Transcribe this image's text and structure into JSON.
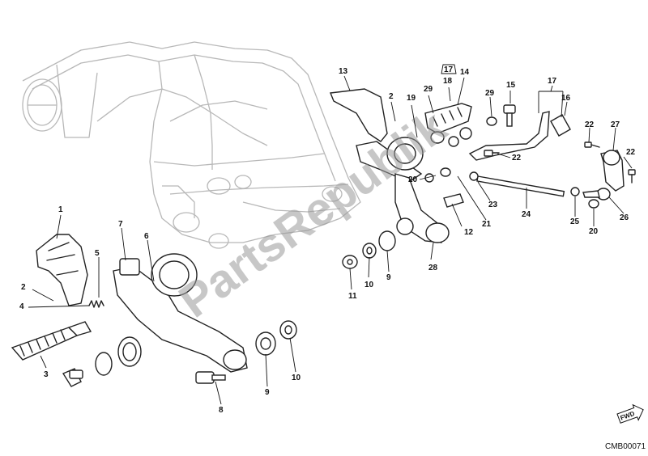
{
  "diagram": {
    "watermark": "PartsRepublik",
    "drawing_code": "CMB00071",
    "forward_label": "FWD",
    "callouts": [
      {
        "id": "c1",
        "label": "1"
      },
      {
        "id": "c2a",
        "label": "2"
      },
      {
        "id": "c3",
        "label": "3"
      },
      {
        "id": "c4",
        "label": "4"
      },
      {
        "id": "c5",
        "label": "5"
      },
      {
        "id": "c6",
        "label": "6"
      },
      {
        "id": "c7",
        "label": "7"
      },
      {
        "id": "c8",
        "label": "8"
      },
      {
        "id": "c9a",
        "label": "9"
      },
      {
        "id": "c10a",
        "label": "10"
      },
      {
        "id": "c9b",
        "label": "9"
      },
      {
        "id": "c10b",
        "label": "10"
      },
      {
        "id": "c11",
        "label": "11"
      },
      {
        "id": "c12",
        "label": "12"
      },
      {
        "id": "c13",
        "label": "13"
      },
      {
        "id": "c2b",
        "label": "2"
      },
      {
        "id": "c19",
        "label": "19"
      },
      {
        "id": "c29a",
        "label": "29"
      },
      {
        "id": "c17a",
        "label": "17"
      },
      {
        "id": "c18",
        "label": "18"
      },
      {
        "id": "c14",
        "label": "14"
      },
      {
        "id": "c29b",
        "label": "29"
      },
      {
        "id": "c15",
        "label": "15"
      },
      {
        "id": "c17b",
        "label": "17"
      },
      {
        "id": "c16",
        "label": "16"
      },
      {
        "id": "c22a",
        "label": "22"
      },
      {
        "id": "c27",
        "label": "27"
      },
      {
        "id": "c22b",
        "label": "22"
      },
      {
        "id": "c22c",
        "label": "22"
      },
      {
        "id": "c20a",
        "label": "20"
      },
      {
        "id": "c23",
        "label": "23"
      },
      {
        "id": "c21",
        "label": "21"
      },
      {
        "id": "c24",
        "label": "24"
      },
      {
        "id": "c25",
        "label": "25"
      },
      {
        "id": "c26",
        "label": "26"
      },
      {
        "id": "c20b",
        "label": "20"
      },
      {
        "id": "c28",
        "label": "28"
      }
    ]
  }
}
